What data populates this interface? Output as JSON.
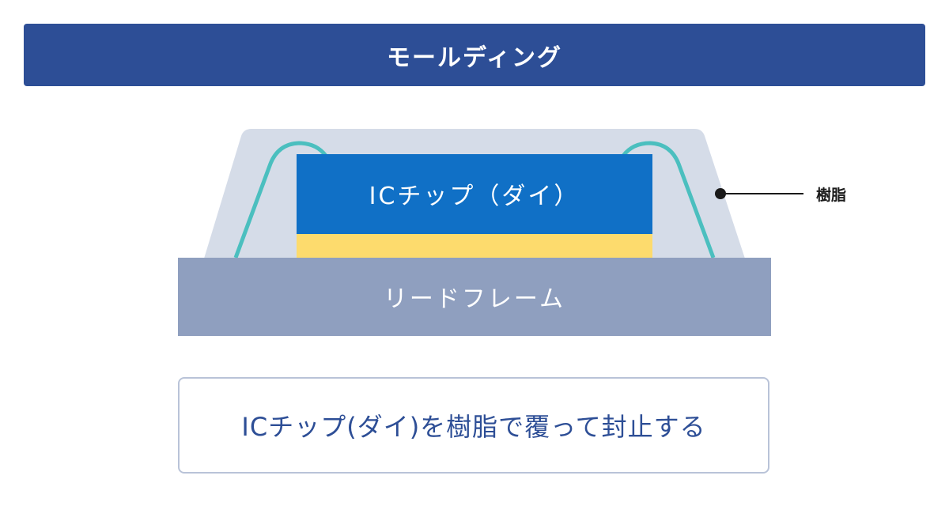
{
  "title": "モールディング",
  "labels": {
    "chip": "ICチップ（ダイ）",
    "lead_frame": "リードフレーム",
    "resin": "樹脂"
  },
  "caption": "ICチップ(ダイ)を樹脂で覆って封止する",
  "colors": {
    "title_bg": "#2d4e96",
    "resin": "#d5dce8",
    "chip": "#1070c6",
    "die_attach": "#fddb6d",
    "lead_frame": "#8f9fbf",
    "wire": "#4bbfbf"
  }
}
